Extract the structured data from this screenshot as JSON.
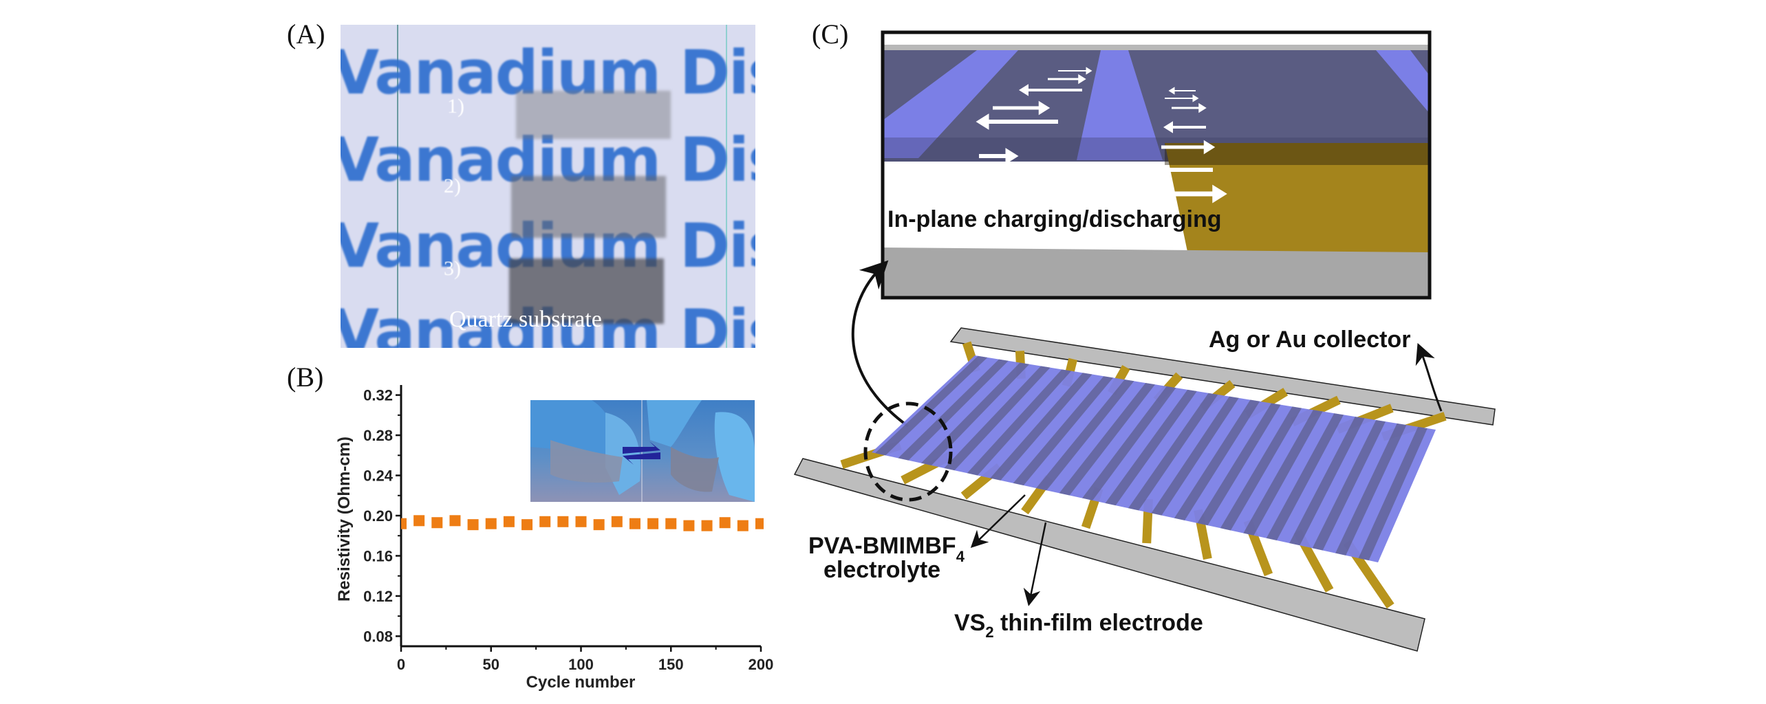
{
  "figure": {
    "panels": {
      "A": {
        "label": "(A)"
      },
      "B": {
        "label": "(B)"
      },
      "C": {
        "label": "(C)"
      }
    }
  },
  "panel_a": {
    "watermark_text": "Vanadium Disulfide",
    "sample_labels": [
      "1)",
      "2)",
      "3)"
    ],
    "substrate_label": "Quartz substrate",
    "colors": {
      "background": "#d9dcf0",
      "watermark": "#2f6fcf"
    }
  },
  "chart_data": {
    "type": "scatter",
    "title": "",
    "xlabel": "Cycle number",
    "ylabel": "Resistivity (Ohm-cm)",
    "xlim": [
      0,
      200
    ],
    "ylim": [
      0.07,
      0.33
    ],
    "xticks": [
      0,
      50,
      100,
      150,
      200
    ],
    "xtick_labels": [
      "0",
      "50",
      "100",
      "150",
      "200"
    ],
    "yticks": [
      0.08,
      0.12,
      0.16,
      0.2,
      0.24,
      0.28,
      0.32
    ],
    "ytick_labels": [
      "0.08",
      "0.12",
      "0.16",
      "0.20",
      "0.24",
      "0.28",
      "0.32"
    ],
    "grid": false,
    "marker": "square",
    "series": [
      {
        "name": "Resistivity",
        "color": "#ee7d14",
        "x": [
          0,
          10,
          20,
          30,
          40,
          50,
          60,
          70,
          80,
          90,
          100,
          110,
          120,
          130,
          140,
          150,
          160,
          170,
          180,
          190,
          200
        ],
        "y": [
          0.192,
          0.195,
          0.193,
          0.195,
          0.191,
          0.192,
          0.194,
          0.191,
          0.194,
          0.194,
          0.194,
          0.191,
          0.194,
          0.192,
          0.192,
          0.192,
          0.19,
          0.19,
          0.193,
          0.19,
          0.192
        ]
      }
    ],
    "inset": {
      "description": "photo of film being bent between gloved fingers",
      "arrow": "reversible-arrows"
    }
  },
  "panel_c": {
    "zoom_caption": "In-plane charging/discharging",
    "labels": {
      "collector": "Ag or Au collector",
      "electrolyte_line1": "PVA-BMIMBF",
      "electrolyte_sub": "4",
      "electrolyte_line2": "electrolyte",
      "electrode_main": "VS",
      "electrode_sub": "2",
      "electrode_rest": " thin-film electrode"
    },
    "colors": {
      "electrolyte": "#7b7fe6",
      "electrode": "#5d5f8f",
      "collector": "#bdbdbd",
      "contact": "#b8941c"
    }
  }
}
